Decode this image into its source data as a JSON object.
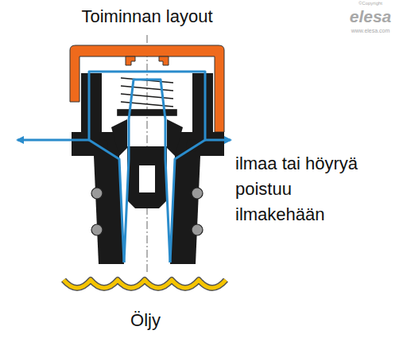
{
  "diagram": {
    "title": "Toiminnan layout",
    "labels": [
      "ilmaa tai höyryä poistuu ilmakehään",
      "Öljy",
      "©Copyright",
      "elesa",
      "www.elesa.com"
    ]
  }
}
